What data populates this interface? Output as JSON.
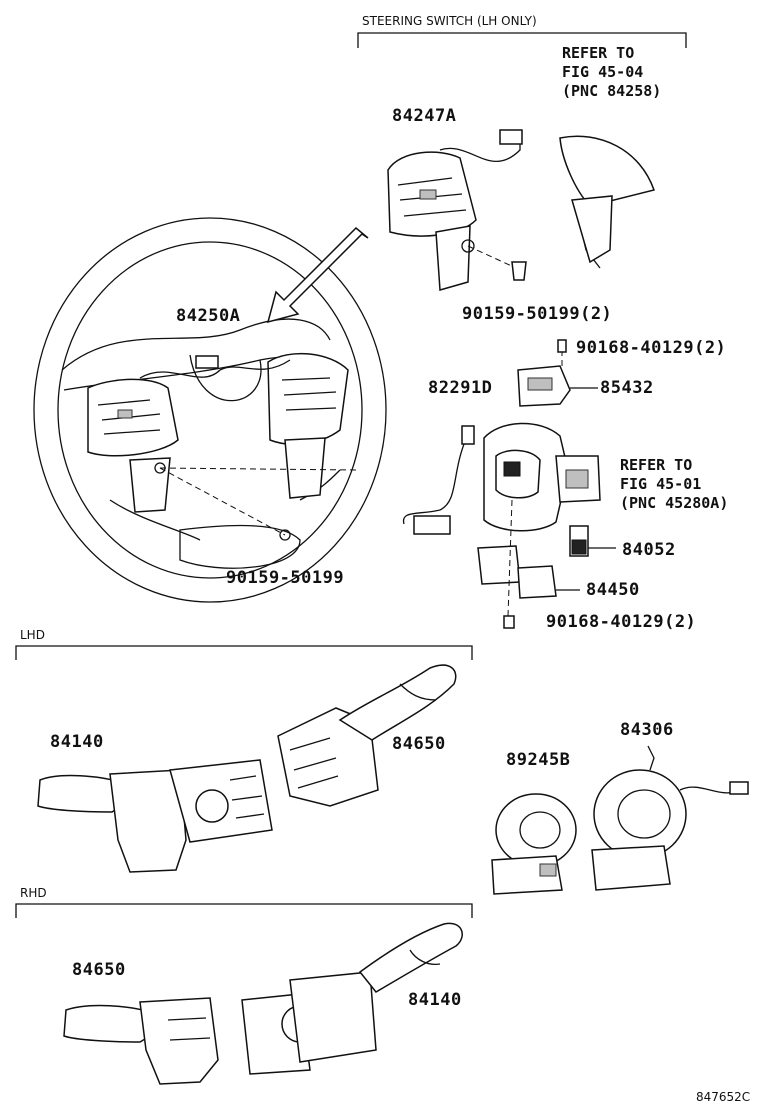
{
  "sections": {
    "steering_switch": "STEERING SWITCH (LH ONLY)",
    "lhd": "LHD",
    "rhd": "RHD"
  },
  "references": {
    "top": "REFER TO\nFIG 45-04\n(PNC 84258)",
    "middle": "REFER TO\nFIG 45-01\n(PNC 45280A)"
  },
  "parts": {
    "p84247A": "84247A",
    "p84250A": "84250A",
    "p90159_2": "90159-50199(2)",
    "p90159": "90159-50199",
    "p90168_top": "90168-40129(2)",
    "p82291D": "82291D",
    "p85432": "85432",
    "p84052": "84052",
    "p84450": "84450",
    "p90168_bot": "90168-40129(2)",
    "p84140_lhd": "84140",
    "p84650_lhd": "84650",
    "p89245B": "89245B",
    "p84306": "84306",
    "p84650_rhd": "84650",
    "p84140_rhd": "84140"
  },
  "figure_code": "847652C"
}
